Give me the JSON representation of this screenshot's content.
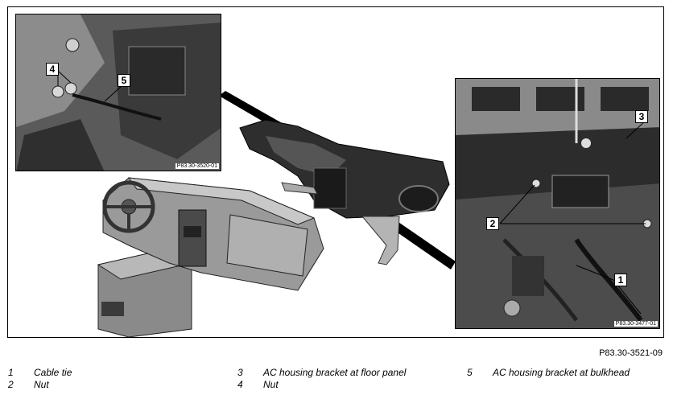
{
  "figure": {
    "main_ref": "P83.30-3521-09",
    "left_inset_ref": "P83.30-3520-01",
    "right_inset_ref": "P83.30-3477-01"
  },
  "callouts": {
    "c1": "1",
    "c2": "2",
    "c3": "3",
    "c4": "4",
    "c5": "5"
  },
  "legend": [
    {
      "num": "1",
      "text": "Cable tie"
    },
    {
      "num": "2",
      "text": "Nut"
    },
    {
      "num": "3",
      "text": "AC housing bracket at floor panel"
    },
    {
      "num": "4",
      "text": "Nut"
    },
    {
      "num": "5",
      "text": "AC housing bracket at bulkhead"
    }
  ]
}
